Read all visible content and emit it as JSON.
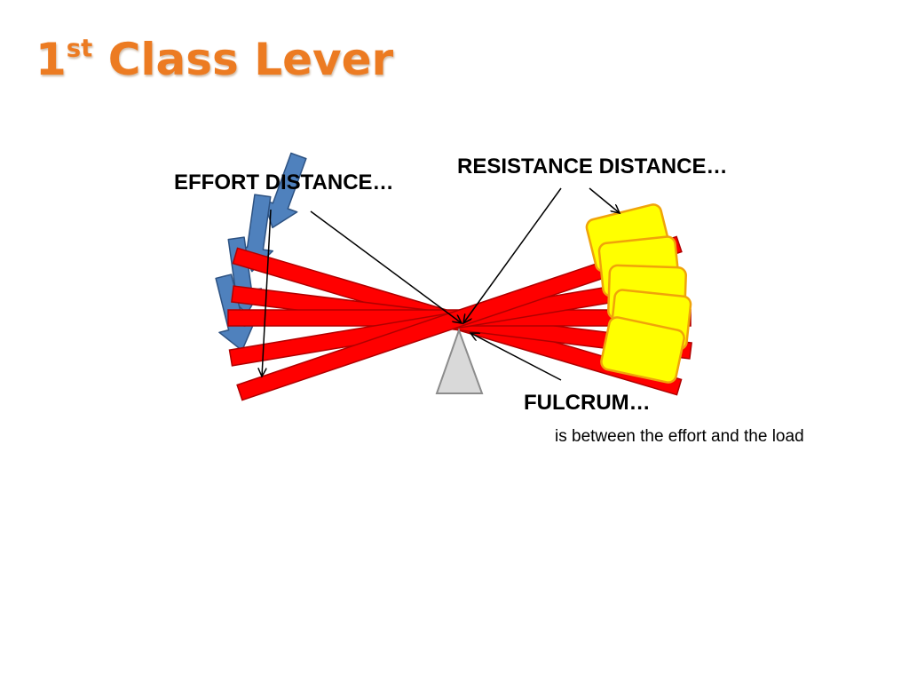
{
  "slide": {
    "title_main": "1",
    "title_sup": "st",
    "title_rest": " Class Lever",
    "title_color": "#ec7b22"
  },
  "labels": {
    "effort": "EFFORT DISTANCE…",
    "resistance": "RESISTANCE DISTANCE…",
    "fulcrum": "FULCRUM…",
    "fulcrum_note": "is between the effort and the load"
  },
  "colors": {
    "lever_fill": "#ff0000",
    "lever_stroke": "#b00000",
    "effort_arrow_fill": "#4f81bd",
    "effort_arrow_stroke": "#2d5282",
    "load_fill": "#ffff00",
    "load_stroke": "#f0a30a",
    "fulcrum_fill": "#d9d9d9",
    "fulcrum_stroke": "#8c8c8c",
    "pointer_line": "#000000"
  },
  "icons": {
    "effort": "arrow-down-icon",
    "load": "box-icon",
    "fulcrum": "triangle-icon"
  }
}
